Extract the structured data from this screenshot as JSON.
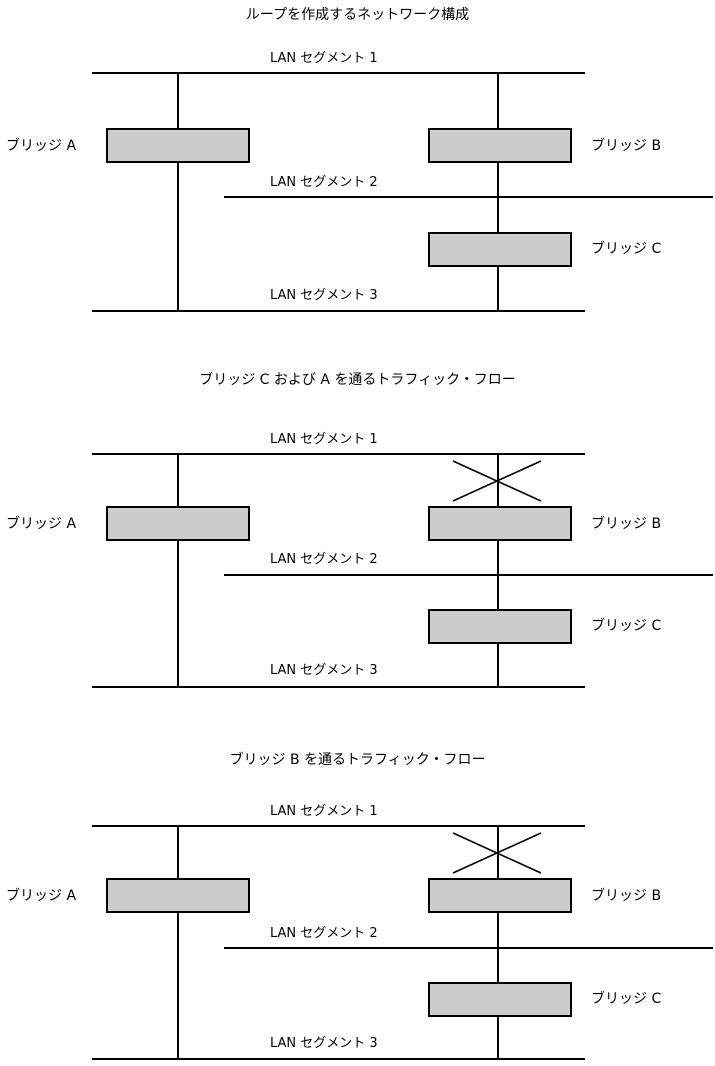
{
  "diagram": {
    "colors": {
      "bridge_fill": "#cccccc",
      "stroke": "#000000",
      "background": "#ffffff"
    },
    "panels": [
      {
        "id": "panel-loop-topology",
        "title": "ループを作成するネットワーク構成",
        "segments": [
          {
            "name": "LAN セグメント 1"
          },
          {
            "name": "LAN セグメント 2"
          },
          {
            "name": "LAN セグメント 3"
          }
        ],
        "bridges": [
          {
            "name": "ブリッジ A"
          },
          {
            "name": "ブリッジ B"
          },
          {
            "name": "ブリッジ C"
          }
        ],
        "blocked_links": []
      },
      {
        "id": "panel-traffic-via-c-and-a",
        "title": "ブリッジ C および A を通るトラフィック・フロー",
        "segments": [
          {
            "name": "LAN セグメント 1"
          },
          {
            "name": "LAN セグメント 2"
          },
          {
            "name": "LAN セグメント 3"
          }
        ],
        "bridges": [
          {
            "name": "ブリッジ A"
          },
          {
            "name": "ブリッジ B"
          },
          {
            "name": "ブリッジ C"
          }
        ],
        "blocked_links": [
          {
            "target": "ブリッジ B",
            "segment": "LAN セグメント 1",
            "marker": "x-block-marker"
          }
        ]
      },
      {
        "id": "panel-traffic-via-b",
        "title": "ブリッジ B を通るトラフィック・フロー",
        "segments": [
          {
            "name": "LAN セグメント 1"
          },
          {
            "name": "LAN セグメント 2"
          },
          {
            "name": "LAN セグメント 3"
          }
        ],
        "bridges": [
          {
            "name": "ブリッジ A"
          },
          {
            "name": "ブリッジ B"
          },
          {
            "name": "ブリッジ C"
          }
        ],
        "blocked_links": [
          {
            "target": "ブリッジ B",
            "segment": "LAN セグメント 1",
            "marker": "x-block-marker"
          }
        ]
      }
    ]
  }
}
